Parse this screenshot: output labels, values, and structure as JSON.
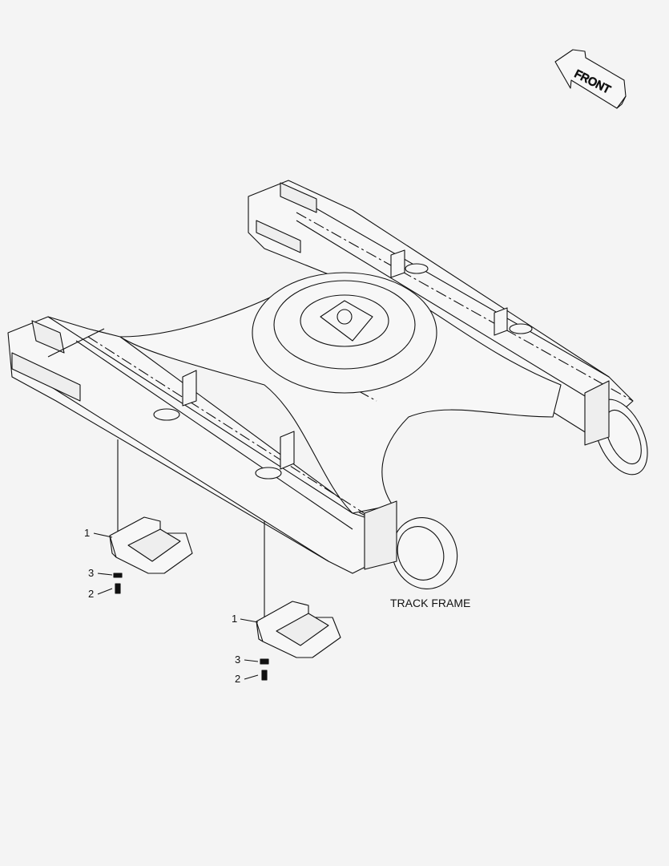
{
  "diagram": {
    "title": "TRACK FRAME",
    "front_label": "FRONT",
    "callouts": {
      "a": {
        "part1": "1",
        "part2": "2",
        "part3": "3"
      },
      "b": {
        "part1": "1",
        "part2": "2",
        "part3": "3"
      }
    }
  },
  "colors": {
    "background": "#f4f4f4",
    "line": "#111111",
    "fill": "#f7f7f7"
  }
}
